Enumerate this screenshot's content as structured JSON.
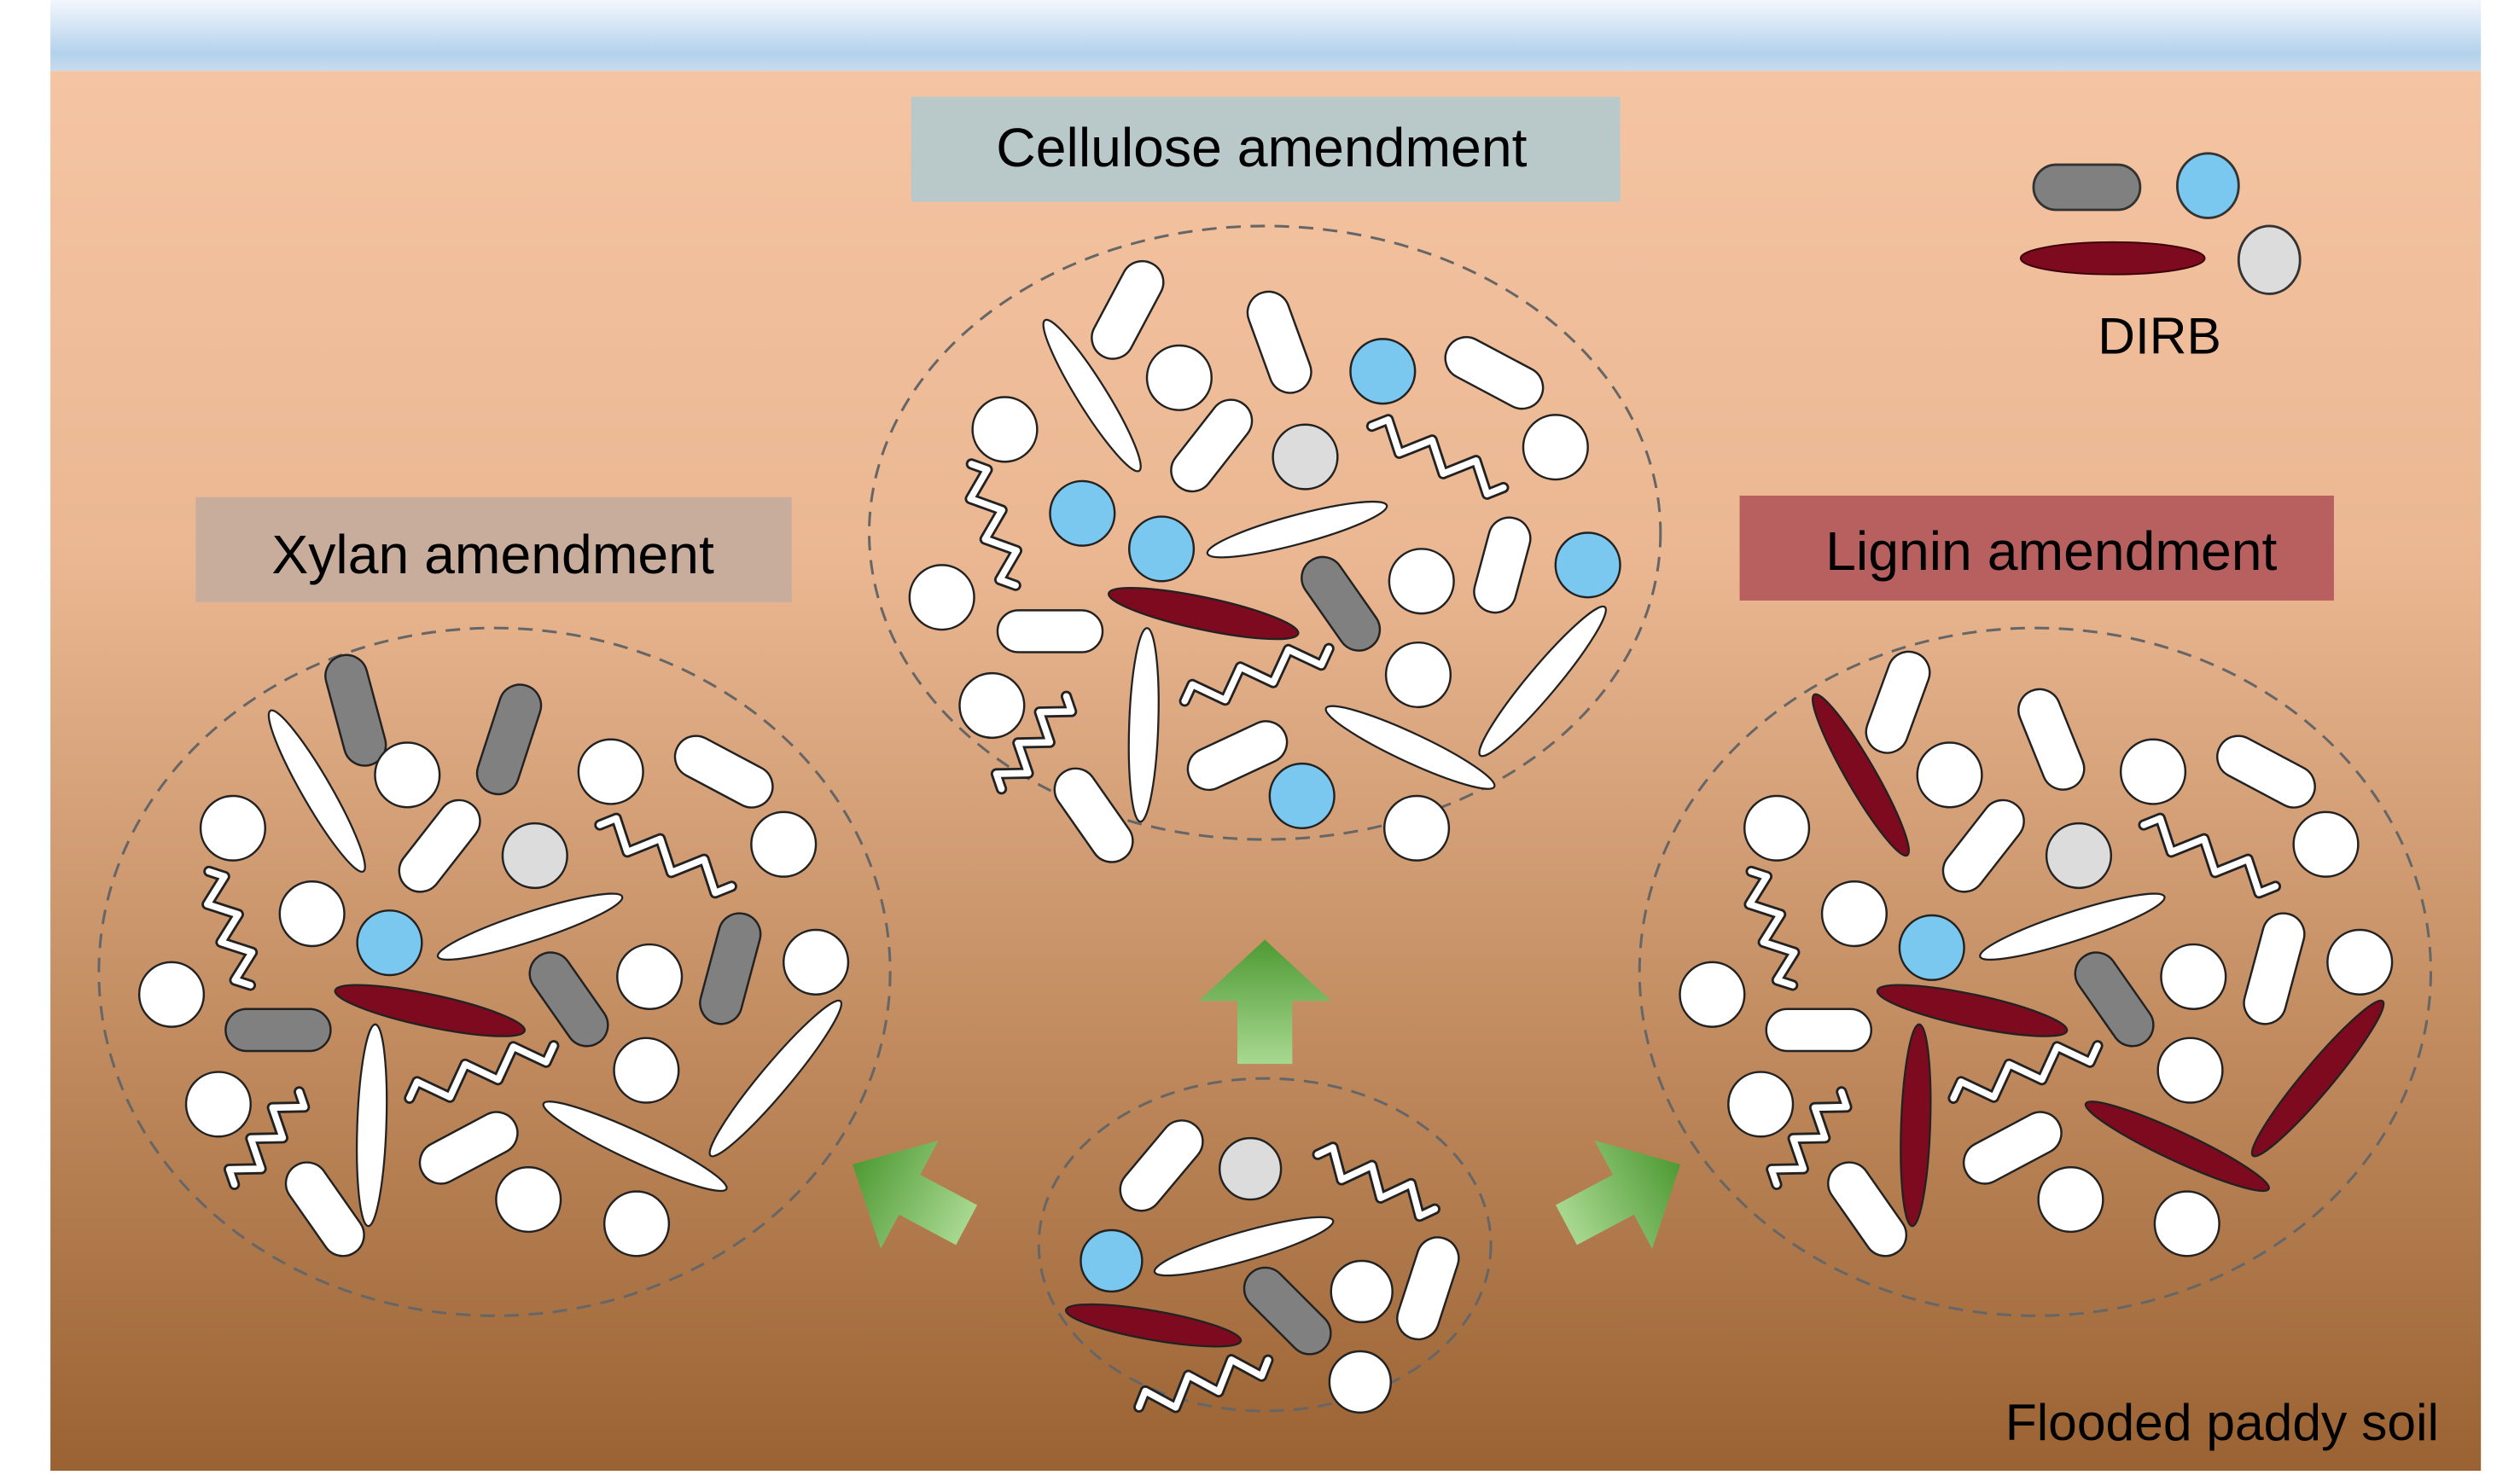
{
  "diagram": {
    "environment": {
      "water_label": "",
      "soil_label": "Flooded paddy soil"
    },
    "legend": {
      "label": "DIRB",
      "items": [
        {
          "shape": "gray-rod",
          "color": "#808080"
        },
        {
          "shape": "blue-coccus",
          "color": "#7ac8f0"
        },
        {
          "shape": "dark-red-spindle",
          "color": "#7d0a1e"
        },
        {
          "shape": "light-gray-coccus",
          "color": "#dcdcdc"
        }
      ]
    },
    "communities": [
      {
        "id": "initial",
        "label": ""
      },
      {
        "id": "xylan",
        "label": "Xylan amendment",
        "box_color": "#c9ad9c"
      },
      {
        "id": "cellulose",
        "label": "Cellulose amendment",
        "box_color": "#b9c9ca"
      },
      {
        "id": "lignin",
        "label": "Lignin amendment",
        "box_color": "#b86060"
      }
    ],
    "arrows": [
      {
        "from": "initial",
        "to": "xylan",
        "direction": "up-left"
      },
      {
        "from": "initial",
        "to": "cellulose",
        "direction": "up"
      },
      {
        "from": "initial",
        "to": "lignin",
        "direction": "up-right"
      }
    ],
    "colors": {
      "water_top": "#f4f7fd",
      "water_bottom": "#b3d2ec",
      "soil_top": "#f5c4a2",
      "soil_bottom": "#9a6232",
      "arrow_dark": "#4e9a34",
      "arrow_light": "#a8d890",
      "other_bacteria": "#ffffff",
      "dirb_gray": "#808080",
      "dirb_blue": "#7ac8f0",
      "dirb_red": "#7d0a1e",
      "dirb_lightgray": "#dcdcdc"
    }
  }
}
